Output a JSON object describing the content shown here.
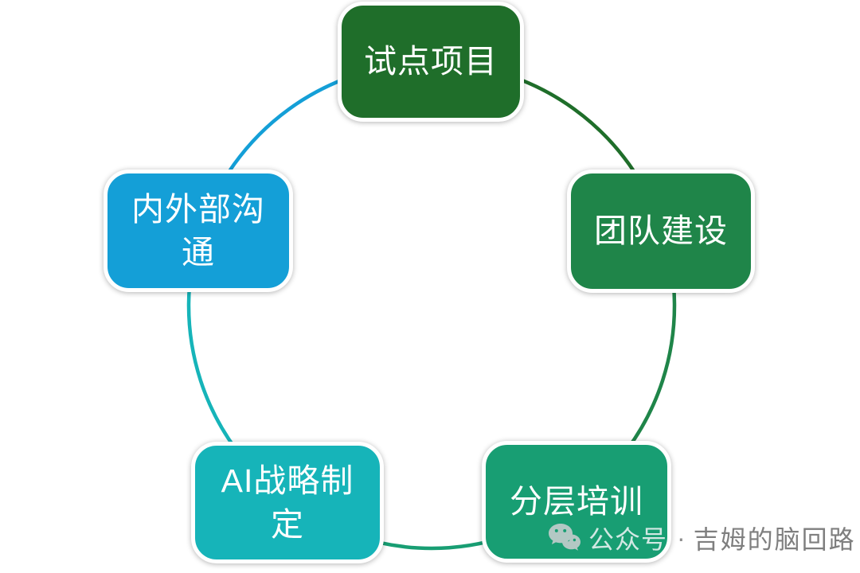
{
  "diagram": {
    "type": "cycle",
    "background_color": "#ffffff",
    "nodes": [
      {
        "label": "试点项目",
        "color": "#1f6e2a",
        "position": "top"
      },
      {
        "label": "团队建设",
        "color": "#1f8549",
        "position": "right"
      },
      {
        "label": "分层培训",
        "color": "#189e73",
        "position": "bottom-right"
      },
      {
        "label": "AI战略制定",
        "color": "#16b4b9",
        "position": "bottom-left"
      },
      {
        "label": "内外部沟通",
        "color": "#149fd7",
        "position": "left"
      }
    ],
    "arcs": [
      {
        "from": "试点项目",
        "to": "团队建设",
        "color": "#1f6e2a"
      },
      {
        "from": "团队建设",
        "to": "分层培训",
        "color": "#1f8549"
      },
      {
        "from": "分层培训",
        "to": "AI战略制定",
        "color": "#189e73"
      },
      {
        "from": "AI战略制定",
        "to": "内外部沟通",
        "color": "#16b4b9"
      },
      {
        "from": "内外部沟通",
        "to": "试点项目",
        "color": "#149fd7"
      }
    ],
    "text_color": "#ffffff"
  },
  "watermark": {
    "icon": "wechat-icon",
    "platform": "公众号",
    "separator": "·",
    "account": "吉姆的脑回路"
  }
}
